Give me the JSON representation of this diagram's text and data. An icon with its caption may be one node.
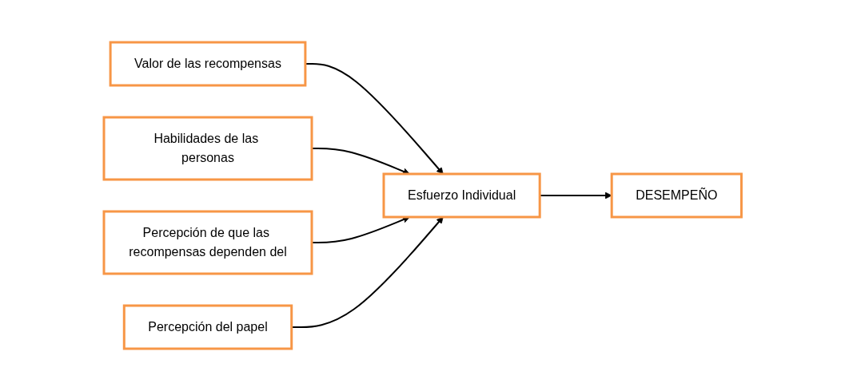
{
  "diagram": {
    "nodes": [
      {
        "text": [
          "Valor de las recompensas"
        ]
      },
      {
        "text": [
          "Habilidades de las personas"
        ]
      },
      {
        "text": [
          "Esfuerzo Individual"
        ]
      },
      {
        "text": [
          "DESEMPEÑO"
        ]
      },
      {
        "text": [
          "Percepción de que las recompensas dependen del"
        ]
      },
      {
        "text": [
          "Percepción del papel"
        ]
      }
    ],
    "edges": [
      {
        "from": 0,
        "to": 2,
        "arrow": "to"
      },
      {
        "from": 1,
        "to": 2,
        "arrow": "to"
      },
      {
        "from": 2,
        "to": 3,
        "arrow": "to"
      },
      {
        "from": 4,
        "to": 2,
        "arrow": "to"
      },
      {
        "from": 5,
        "to": 2,
        "arrow": "to"
      }
    ]
  }
}
